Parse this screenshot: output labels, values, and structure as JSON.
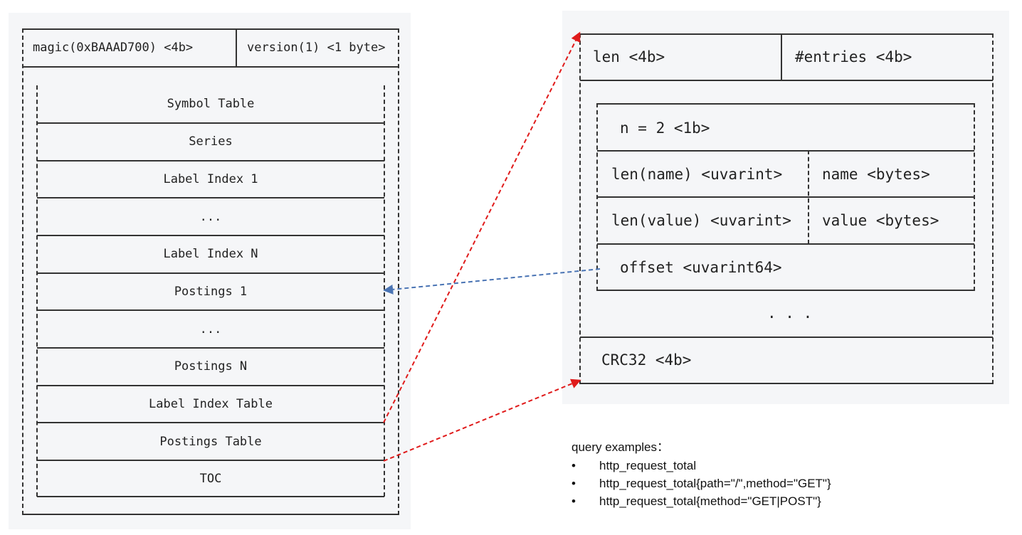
{
  "left_block": {
    "header": {
      "magic": "magic(0xBAAAD700) <4b>",
      "version": "version(1) <1 byte>"
    },
    "sections": [
      "Symbol Table",
      "Series",
      "Label Index 1",
      "...",
      "Label Index N",
      "Postings 1",
      "...",
      "Postings N",
      "Label Index Table",
      "Postings Table",
      "TOC"
    ]
  },
  "right_block": {
    "len": "len <4b>",
    "entries": "#entries <4b>",
    "entry": {
      "n": "n = 2 <1b>",
      "len_name": "len(name) <uvarint>",
      "name": "name <bytes>",
      "len_value": "len(value) <uvarint>",
      "value": "value <bytes>",
      "offset": "offset <uvarint64>"
    },
    "ellipsis": ". . .",
    "crc": "CRC32 <4b>"
  },
  "query": {
    "title": "query examples：",
    "bullet": "•",
    "examples": [
      "http_request_total",
      "http_request_total{path=\"/\",method=\"GET\"}",
      "http_request_total{method=\"GET|POST\"}"
    ]
  },
  "colors": {
    "red_arrow": "#e01b1b",
    "blue_arrow": "#4a74b4",
    "panel_bg": "#f5f6f8",
    "line": "#333333"
  }
}
